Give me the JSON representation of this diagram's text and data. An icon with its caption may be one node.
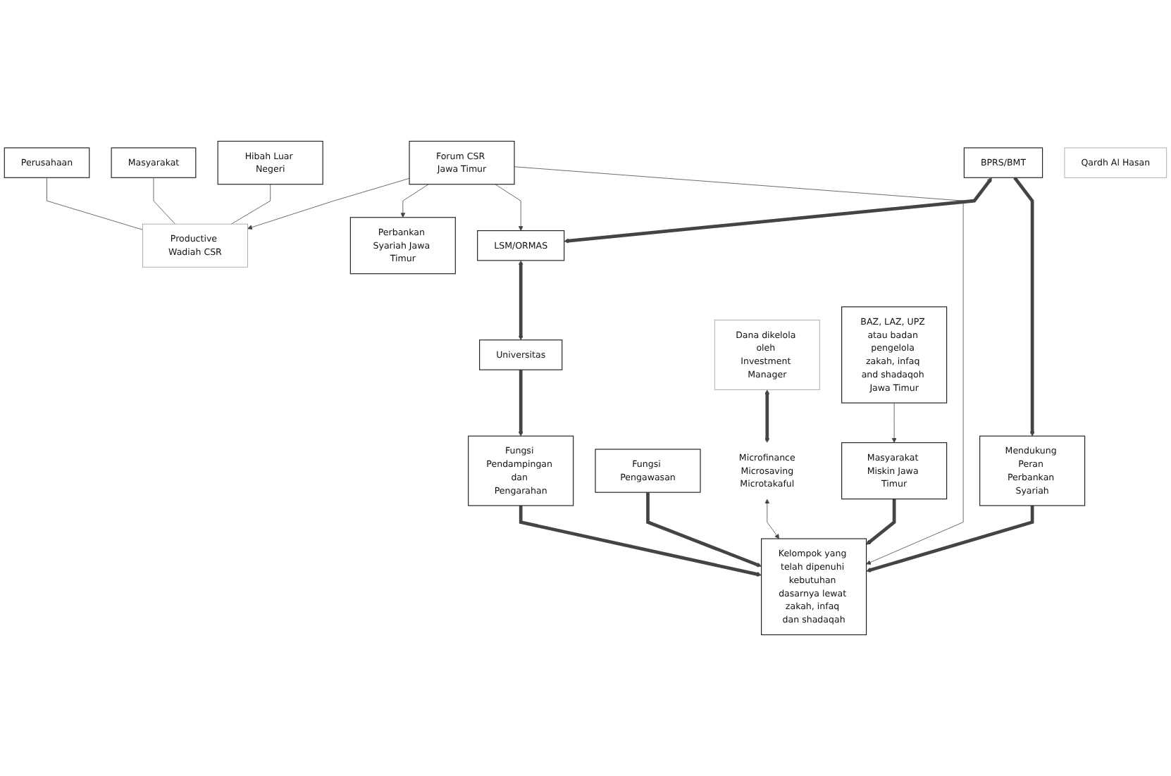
{
  "diagram": {
    "nodes": [
      {
        "text": [
          "Forum CSR Jawa Timur"
        ]
      },
      {
        "text": [
          "Perbankan Syariah Jawa Timur"
        ]
      },
      {
        "text": [
          "Qardh Al Hasan"
        ]
      },
      {
        "text": [
          "BPRS/BMT"
        ]
      },
      {
        "text": [
          "LSM/ORMAS"
        ]
      },
      {
        "text": [
          "Universitas"
        ]
      },
      {
        "text": [
          "Perusahaan"
        ]
      },
      {
        "text": [
          "Masyarakat"
        ]
      },
      {
        "text": [
          "Hibah Luar Negeri"
        ]
      },
      {
        "text": [
          "Productive Wadiah CSR"
        ]
      },
      {
        "text": [
          "Mendukung Peran Perbankan Syariah"
        ]
      },
      {
        "text": [
          "Fungsi Pengawasan"
        ]
      },
      {
        "text": [
          "Fungsi Pendampingan dan Pengarahan"
        ]
      },
      {
        "text": [
          "Microfinance",
          "Microsaving",
          "Microtakaful"
        ]
      },
      {
        "text": [
          "Dana dikelola oleh Investment Manager"
        ]
      },
      {
        "text": [
          "Kelompok yang telah dipenuhi kebutuhan dasarnya lewat zakah, infaq dan shadaqah"
        ]
      },
      {
        "text": [
          "BAZ, LAZ, UPZ atau badan pengelola zakah, infaq and shadaqoh Jawa Timur"
        ]
      },
      {
        "text": [
          "Masyarakat Miskin Jawa Timur"
        ]
      }
    ],
    "edges": [
      {
        "from": 0,
        "to": 9,
        "arrow": "to"
      },
      {
        "from": 0,
        "to": 1,
        "arrow": "to"
      },
      {
        "from": 0,
        "to": 4,
        "arrow": "to"
      },
      {
        "from": 0,
        "to": 15,
        "arrow": "to"
      },
      {
        "from": 3,
        "to": 4,
        "arrow": "both",
        "style": "thick"
      },
      {
        "from": 4,
        "to": 5,
        "arrow": "both",
        "style": "thick"
      },
      {
        "from": 3,
        "to": 10,
        "arrow": "to",
        "style": "thick"
      },
      {
        "from": 5,
        "to": 12,
        "arrow": "to",
        "style": "thick"
      },
      {
        "from": 6,
        "to": 9,
        "arrow": "none"
      },
      {
        "from": 7,
        "to": 9,
        "arrow": "none"
      },
      {
        "from": 8,
        "to": 9,
        "arrow": "none"
      },
      {
        "from": 10,
        "to": 15,
        "arrow": "to",
        "style": "thick"
      },
      {
        "from": 11,
        "to": 15,
        "arrow": "to",
        "style": "thick"
      },
      {
        "from": 12,
        "to": 15,
        "arrow": "to",
        "style": "thick"
      },
      {
        "from": 14,
        "to": 13,
        "arrow": "both",
        "style": "thick"
      },
      {
        "from": 13,
        "to": 15,
        "arrow": "both"
      },
      {
        "from": 16,
        "to": 17,
        "arrow": "to"
      },
      {
        "from": 17,
        "to": 15,
        "arrow": "to",
        "style": "thick"
      }
    ]
  }
}
